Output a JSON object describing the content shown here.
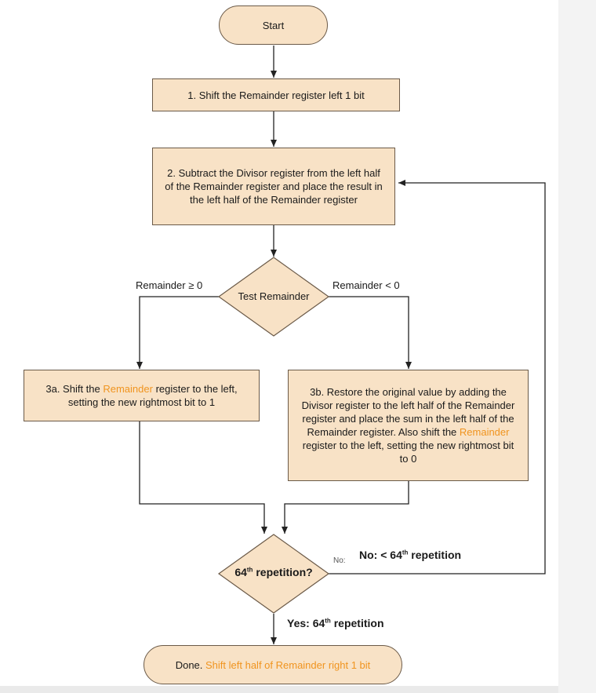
{
  "nodes": {
    "start": "Start",
    "step1": "1. Shift the Remainder register left 1 bit",
    "step2": "2. Subtract the Divisor register from the left half of the Remainder register and place the result in the left half of the Remainder register",
    "test": "Test Remainder",
    "step3a": {
      "before": "3a. Shift the ",
      "highlight": "Remainder",
      "after": " register to the left, setting the new rightmost bit to 1"
    },
    "step3b": {
      "before": "3b. Restore the original value by adding the Divisor register to the left half of the Remainder register and place the sum in the left half of the Remainder register. Also shift the ",
      "highlight": "Remainder",
      "after": " register to the left, setting the new rightmost bit to 0"
    },
    "repetition": {
      "prefix": "64",
      "sup": "th",
      "suffix": " repetition?"
    },
    "done": {
      "before": "Done. ",
      "highlight": "Shift left half of Remainder right 1 bit"
    }
  },
  "labels": {
    "remainder_ge": "Remainder ≥ 0",
    "remainder_lt": "Remainder < 0",
    "no_small": "No:",
    "no_loop": {
      "prefix": "No: < 64",
      "sup": "th",
      "suffix": " repetition"
    },
    "yes": {
      "prefix": "Yes: 64",
      "sup": "th",
      "suffix": " repetition"
    }
  },
  "colors": {
    "box_fill": "#f8e2c6",
    "box_border": "#6b5a48",
    "highlight": "#f0941f",
    "line": "#222222"
  }
}
